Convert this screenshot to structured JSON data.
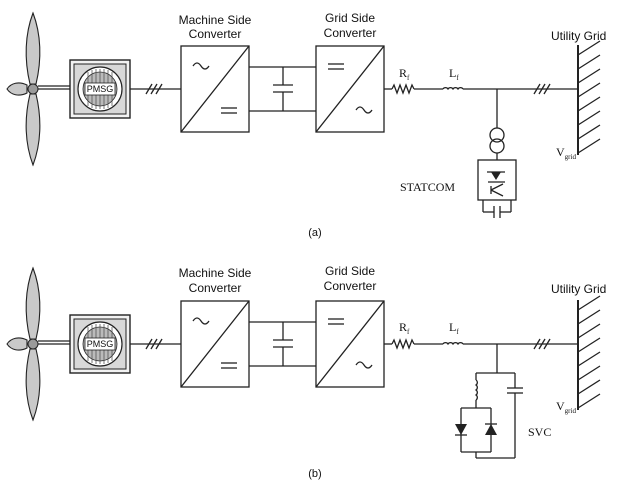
{
  "diagram_a": {
    "machine_side_label_1": "Machine Side",
    "machine_side_label_2": "Converter",
    "grid_side_label_1": "Grid Side",
    "grid_side_label_2": "Converter",
    "generator_label": "PMSG",
    "resistor_label": "R",
    "resistor_sub": "f",
    "inductor_label": "L",
    "inductor_sub": "f",
    "utility_grid_label": "Utility Grid",
    "vgrid_label": "V",
    "vgrid_sub": "grid",
    "compensator_label": "STATCOM",
    "caption": "(a)"
  },
  "diagram_b": {
    "machine_side_label_1": "Machine Side",
    "machine_side_label_2": "Converter",
    "grid_side_label_1": "Grid Side",
    "grid_side_label_2": "Converter",
    "generator_label": "PMSG",
    "resistor_label": "R",
    "resistor_sub": "f",
    "inductor_label": "L",
    "inductor_sub": "f",
    "utility_grid_label": "Utility Grid",
    "vgrid_label": "V",
    "vgrid_sub": "grid",
    "compensator_label": "SVC",
    "caption": "(b)"
  }
}
